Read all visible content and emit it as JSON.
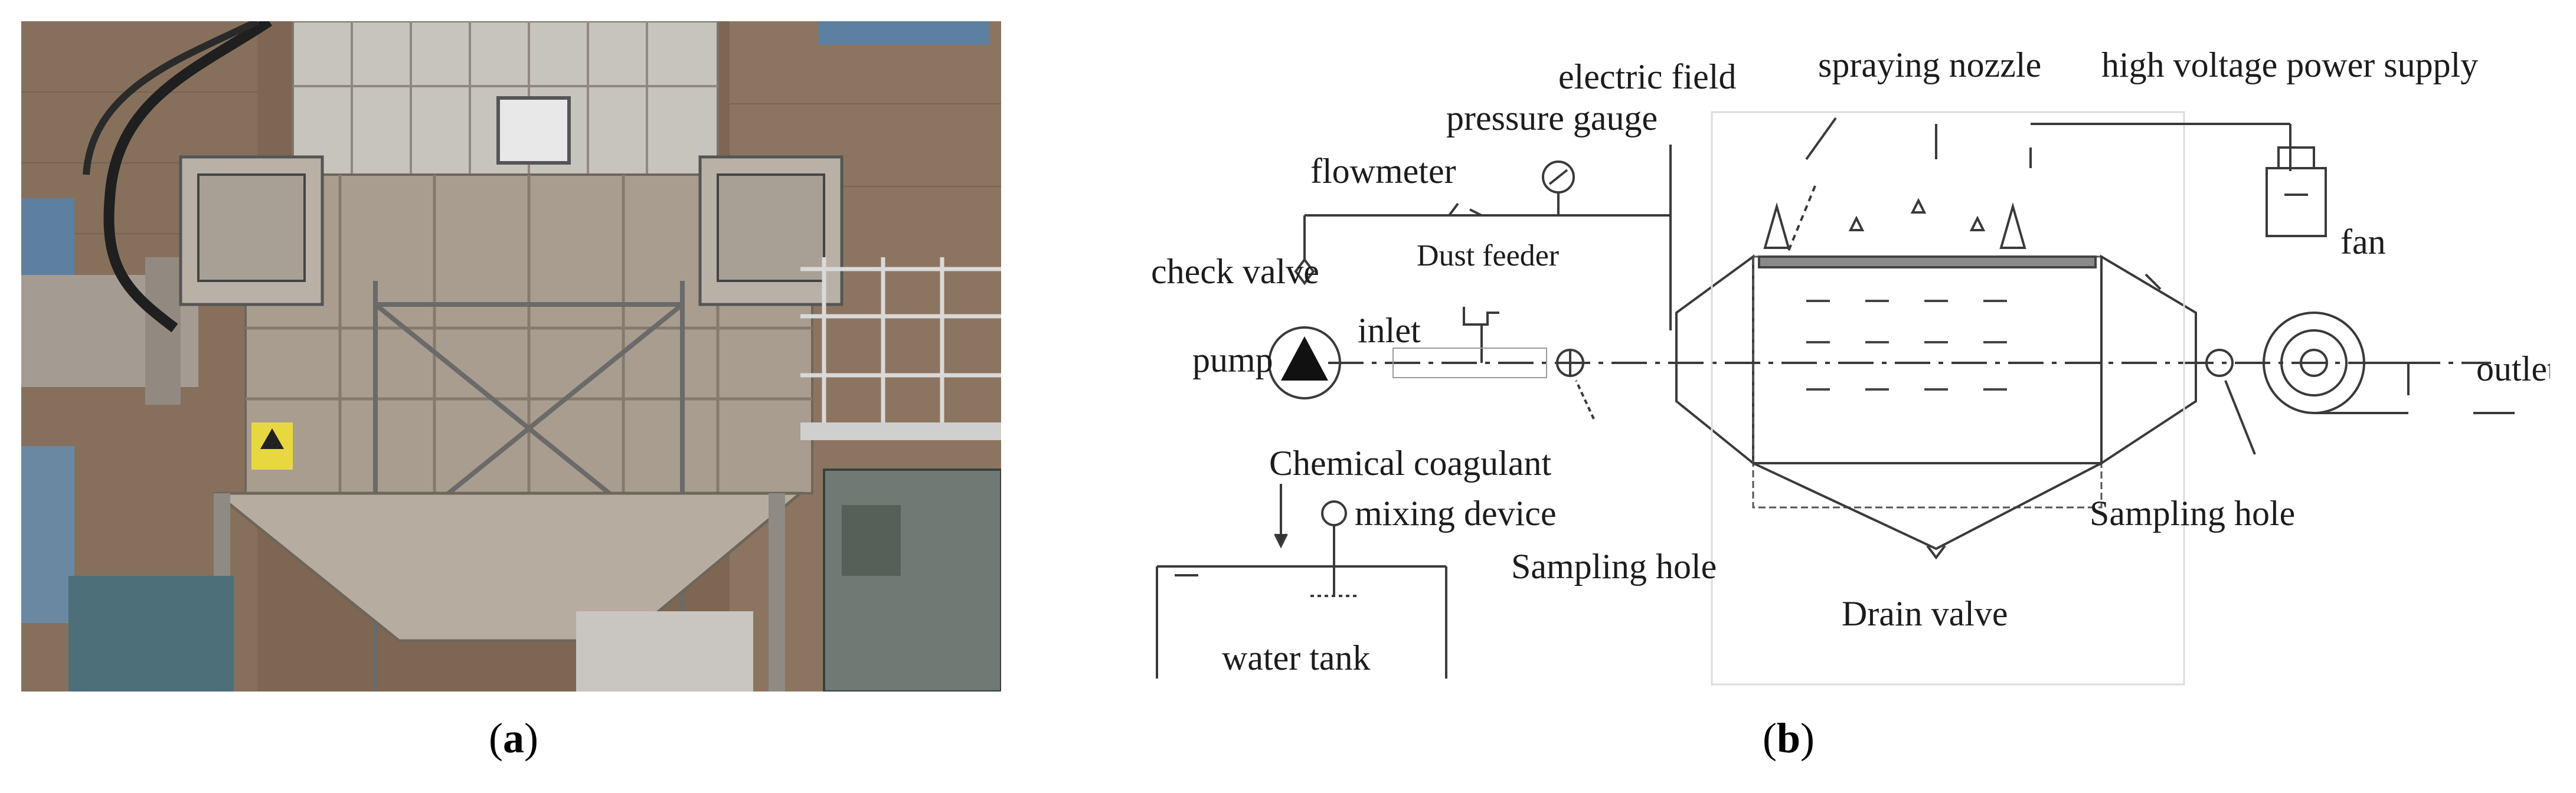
{
  "figure": {
    "panel_a": {
      "caption_letter": "a"
    },
    "panel_b": {
      "caption_letter": "b",
      "labels": {
        "electric_field": "electric field",
        "spraying_nozzle": "spraying nozzle",
        "high_voltage_power_supply": "high voltage power supply",
        "pressure_gauge": "pressure gauge",
        "flowmeter": "flowmeter",
        "dust_feeder": "Dust feeder",
        "check_valve": "check valve",
        "pump": "pump",
        "inlet": "inlet",
        "fan": "fan",
        "outlet": "outlet",
        "chemical_coagulant": "Chemical coagulant",
        "mixing_device": "mixing device",
        "sampling_hole_left": "Sampling hole",
        "sampling_hole_right": "Sampling hole",
        "drain_valve": "Drain valve",
        "water_tank": "water tank"
      }
    }
  },
  "colors": {
    "line": "#3a3a3a",
    "photo_building": "#8a6e55",
    "photo_steel": "#b8b2aa",
    "photo_window": "#5d7fa0"
  }
}
